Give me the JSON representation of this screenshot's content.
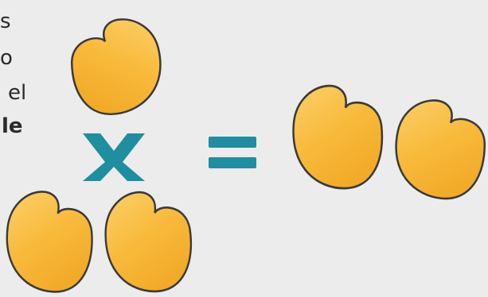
{
  "text_fragments": [
    {
      "id": "frag-1",
      "text": "s",
      "bold": false
    },
    {
      "id": "frag-2",
      "text": "o",
      "bold": false
    },
    {
      "id": "frag-3",
      "text": "el",
      "bold": false
    },
    {
      "id": "frag-4",
      "text": "le",
      "bold": true
    },
    {
      "id": "frag-5",
      "text": "",
      "bold": false
    }
  ],
  "equation": {
    "multiply_symbol": "x",
    "equals_symbol": "="
  },
  "colors": {
    "background": "#ececec",
    "bean_fill": "#f8b93a",
    "bean_highlight": "#fbd06a",
    "bean_outline": "#3a3a3a",
    "operator": "#1f8ea0",
    "text": "#2a2a2a"
  },
  "icons": {
    "bean": "bean-shape-icon",
    "multiply": "multiply-icon",
    "equals": "equals-icon"
  },
  "counts": {
    "top_group_beans": 1,
    "bottom_group_beans": 2,
    "result_group_beans": 2
  }
}
